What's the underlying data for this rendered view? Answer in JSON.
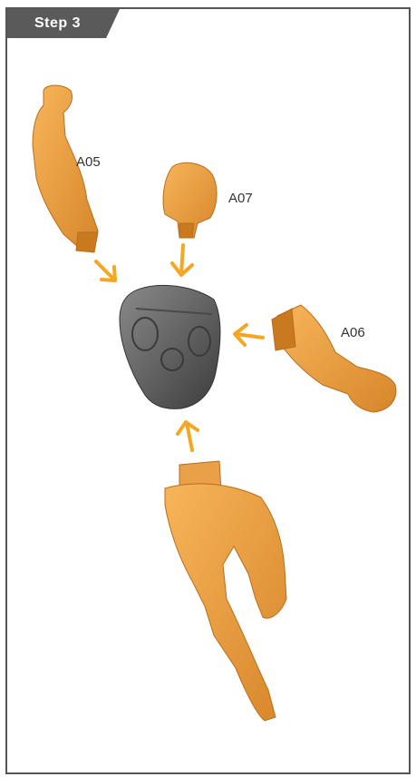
{
  "step": {
    "label": "Step 3"
  },
  "parts": {
    "a05": {
      "label": "A05"
    },
    "a07": {
      "label": "A07"
    },
    "a06": {
      "label": "A06"
    }
  },
  "colors": {
    "part": "#f0a040",
    "part_shade": "#c97a1f",
    "torso": "#6e6e6e",
    "torso_shade": "#3f3f3f",
    "arrow": "#f5a623",
    "frame": "#555555"
  }
}
